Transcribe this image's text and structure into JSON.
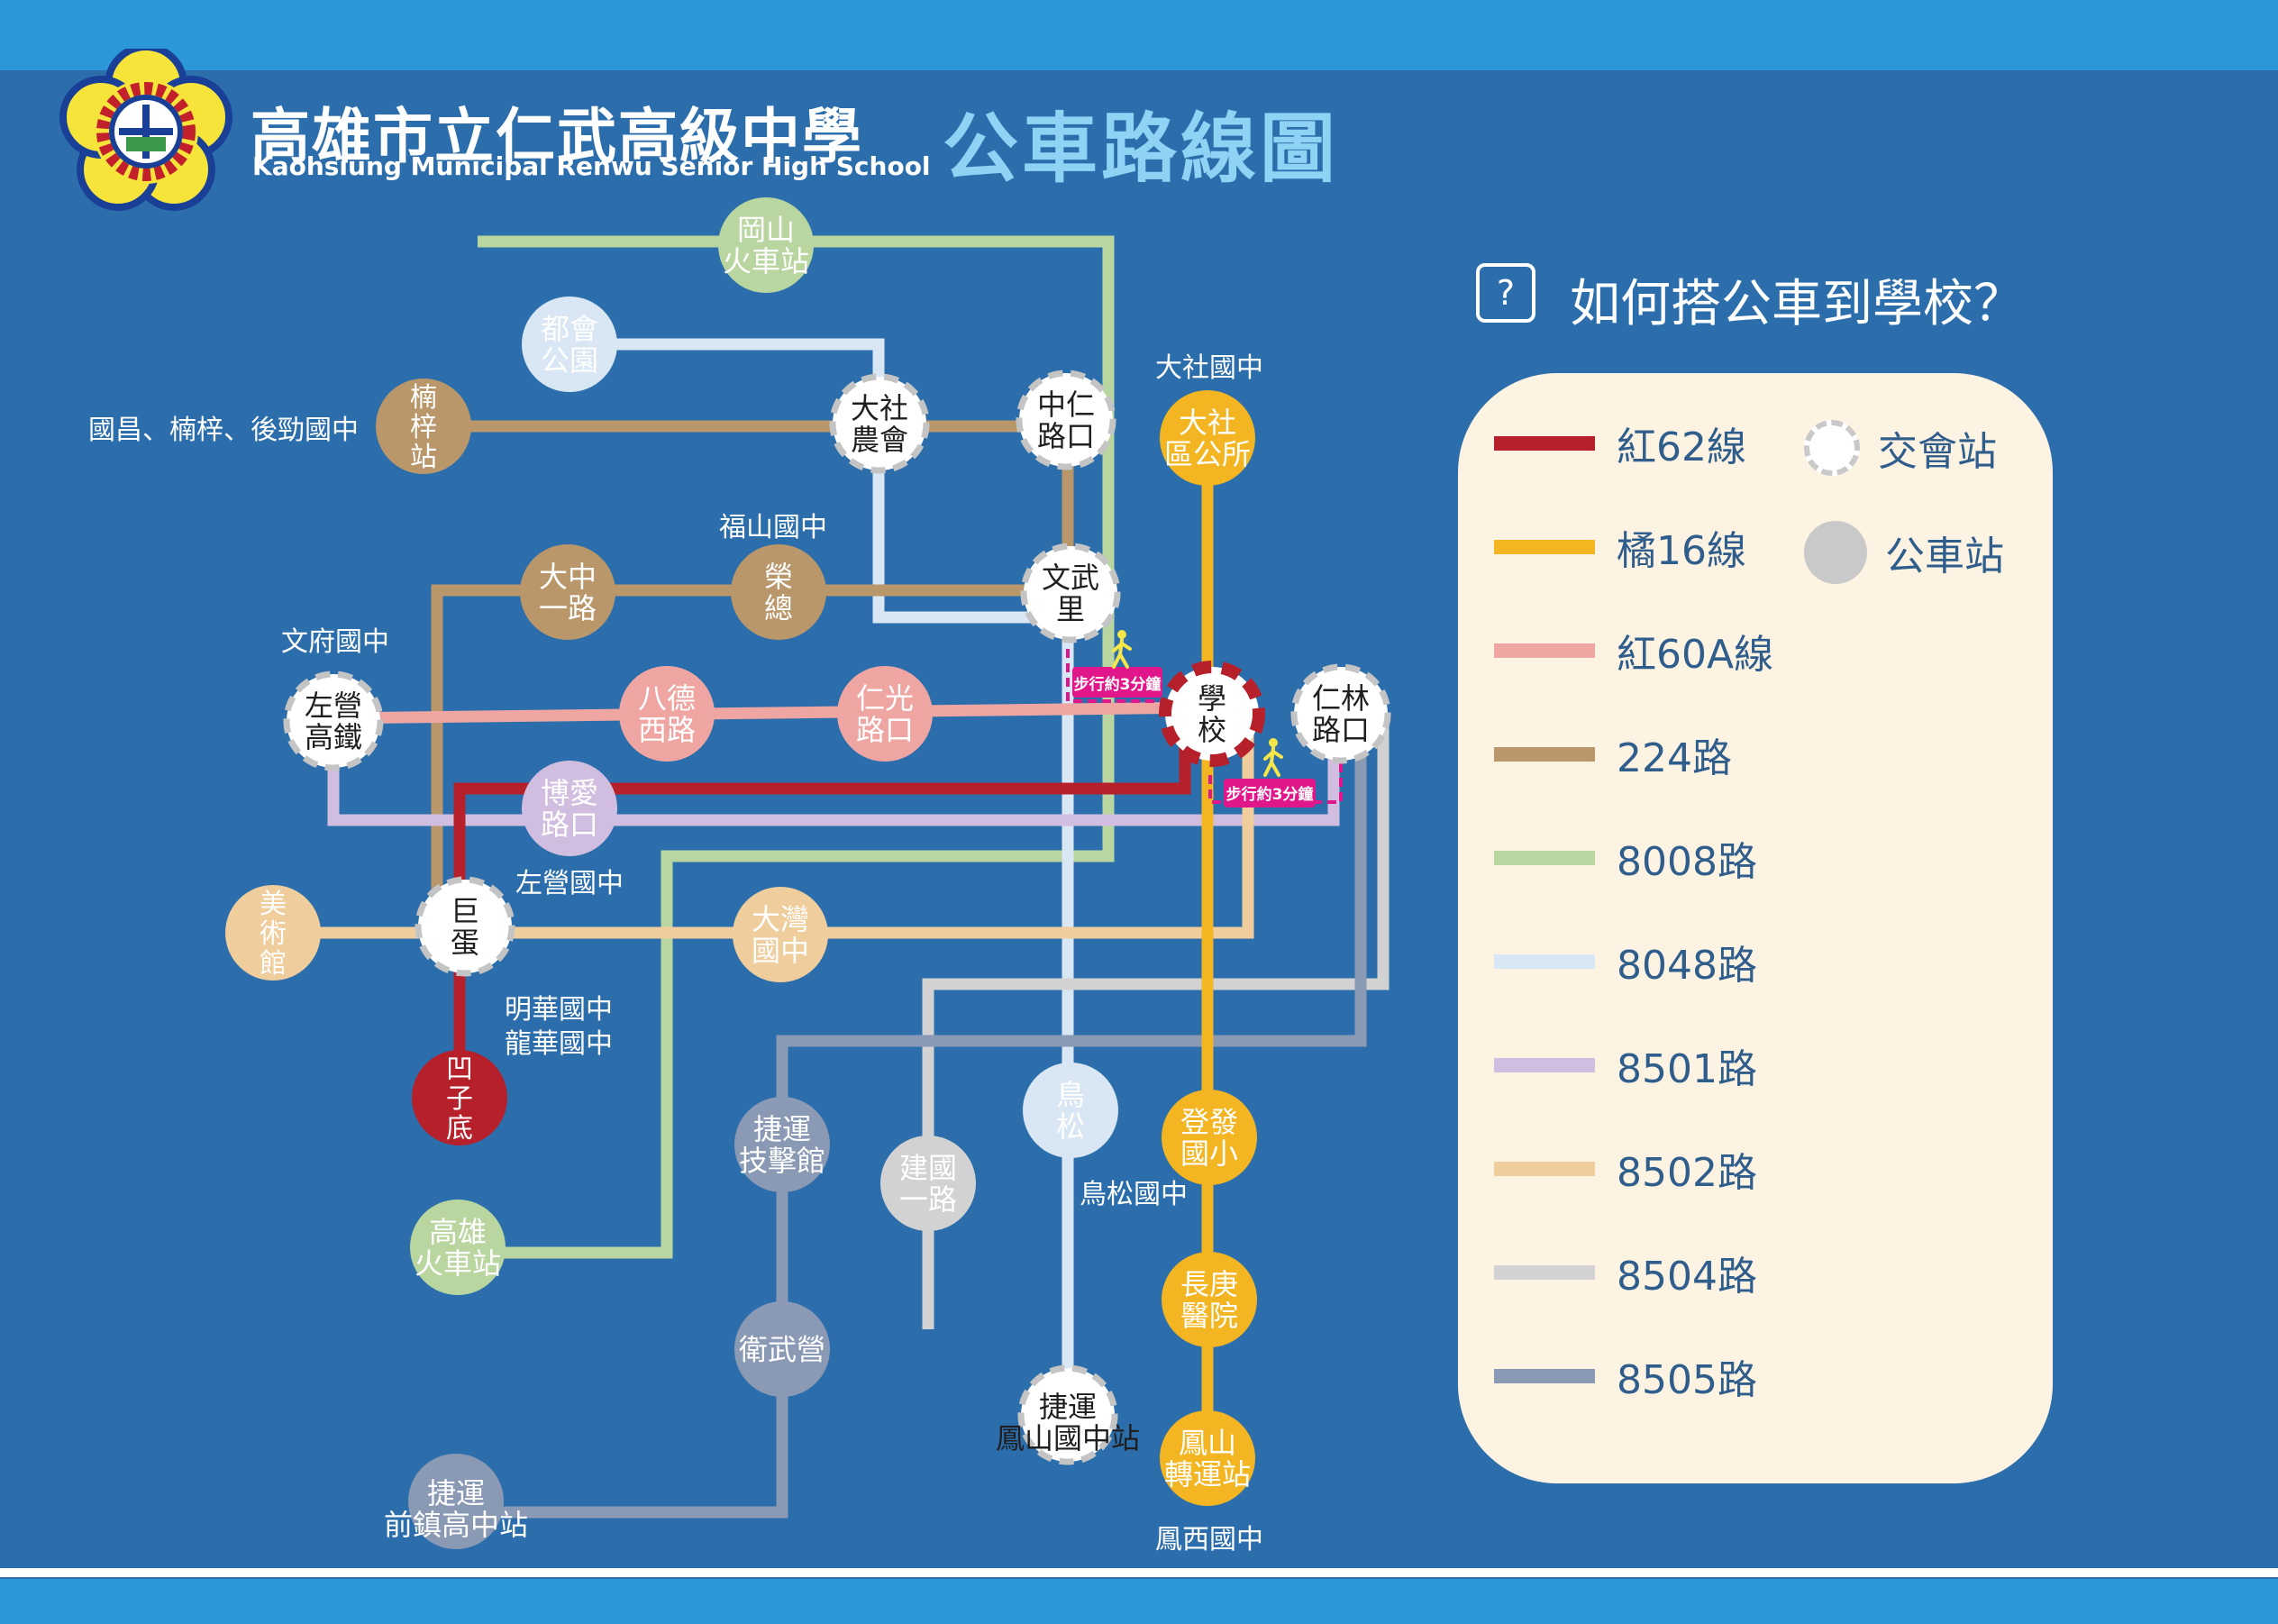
{
  "header": {
    "school_name_cn": "高雄市立仁武高級中學",
    "school_name_en": "Kaohsiung Municipal Renwu Senior High School",
    "map_title": "公車路線圖",
    "question": "如何搭公車到學校？",
    "question_icon": "?"
  },
  "routes": [
    {
      "id": "r62",
      "name": "紅62線",
      "color": "#b5202a"
    },
    {
      "id": "o16",
      "name": "橘16線",
      "color": "#f3b521"
    },
    {
      "id": "r60a",
      "name": "紅60A線",
      "color": "#efa6a2"
    },
    {
      "id": "b224",
      "name": "224路",
      "color": "#b9976a"
    },
    {
      "id": "b8008",
      "name": "8008路",
      "color": "#b9d6a0"
    },
    {
      "id": "b8048",
      "name": "8048路",
      "color": "#d9e6f3"
    },
    {
      "id": "b8501",
      "name": "8501路",
      "color": "#d1bde0"
    },
    {
      "id": "b8502",
      "name": "8502路",
      "color": "#efcd9d"
    },
    {
      "id": "b8504",
      "name": "8504路",
      "color": "#d2d2d2"
    },
    {
      "id": "b8505",
      "name": "8505路",
      "color": "#8a9ab5"
    }
  ],
  "legend_types": {
    "transfer": "交會站",
    "stop": "公車站"
  },
  "colors": {
    "background": "#2c6eac",
    "top_band": "#2b97d6",
    "legend_panel": "#fdf3e3",
    "walk_path": "#e0168a",
    "school_ring": "#b5202a"
  },
  "stations": [
    {
      "id": "gangshan",
      "lines": [
        "岡山",
        "火車站"
      ],
      "kind": "stop",
      "color": "#b9d6a0"
    },
    {
      "id": "duhui",
      "lines": [
        "都會",
        "公園"
      ],
      "kind": "stop",
      "color": "#d9e6f3"
    },
    {
      "id": "nanzi",
      "lines": [
        "楠",
        "梓",
        "站"
      ],
      "kind": "stop",
      "color": "#b9976a"
    },
    {
      "id": "dashe-farm",
      "lines": [
        "大社",
        "農會"
      ],
      "kind": "transfer"
    },
    {
      "id": "zhongren",
      "lines": [
        "中仁",
        "路口"
      ],
      "kind": "transfer"
    },
    {
      "id": "dashe-office",
      "lines": [
        "大社",
        "區公所"
      ],
      "kind": "stop",
      "color": "#f3b521"
    },
    {
      "id": "dazhong",
      "lines": [
        "大中",
        "一路"
      ],
      "kind": "stop",
      "color": "#b9976a"
    },
    {
      "id": "rongzong",
      "lines": [
        "榮",
        "總"
      ],
      "kind": "stop",
      "color": "#b9976a"
    },
    {
      "id": "wenwu",
      "lines": [
        "文武",
        "里"
      ],
      "kind": "transfer"
    },
    {
      "id": "zuoying-hsr",
      "lines": [
        "左營",
        "高鐵"
      ],
      "kind": "transfer"
    },
    {
      "id": "bade",
      "lines": [
        "八德",
        "西路"
      ],
      "kind": "stop",
      "color": "#efa6a2"
    },
    {
      "id": "renguang",
      "lines": [
        "仁光",
        "路口"
      ],
      "kind": "stop",
      "color": "#efa6a2"
    },
    {
      "id": "school",
      "lines": [
        "學",
        "校"
      ],
      "kind": "school"
    },
    {
      "id": "renlin",
      "lines": [
        "仁林",
        "路口"
      ],
      "kind": "transfer"
    },
    {
      "id": "boai",
      "lines": [
        "博愛",
        "路口"
      ],
      "kind": "stop",
      "color": "#d1bde0"
    },
    {
      "id": "museum",
      "lines": [
        "美",
        "術",
        "館"
      ],
      "kind": "stop",
      "color": "#efcd9d"
    },
    {
      "id": "judan",
      "lines": [
        "巨",
        "蛋"
      ],
      "kind": "transfer"
    },
    {
      "id": "dawan",
      "lines": [
        "大灣",
        "國中"
      ],
      "kind": "stop",
      "color": "#efcd9d"
    },
    {
      "id": "aozidi",
      "lines": [
        "凹",
        "子",
        "底"
      ],
      "kind": "stop",
      "color": "#b5202a"
    },
    {
      "id": "niaosong",
      "lines": [
        "鳥",
        "松"
      ],
      "kind": "stop",
      "color": "#d9e6f3"
    },
    {
      "id": "dengfa",
      "lines": [
        "登發",
        "國小"
      ],
      "kind": "stop",
      "color": "#f3b521"
    },
    {
      "id": "mrt-tech",
      "lines": [
        "捷運",
        "技擊館"
      ],
      "kind": "stop",
      "color": "#8a9ab5"
    },
    {
      "id": "jianguo",
      "lines": [
        "建國",
        "一路"
      ],
      "kind": "stop",
      "color": "#d2d2d2"
    },
    {
      "id": "ks-station",
      "lines": [
        "高雄",
        "火車站"
      ],
      "kind": "stop",
      "color": "#b9d6a0"
    },
    {
      "id": "changgung",
      "lines": [
        "長庚",
        "醫院"
      ],
      "kind": "stop",
      "color": "#f3b521"
    },
    {
      "id": "weiwuying",
      "lines": [
        "衛武營"
      ],
      "kind": "stop",
      "color": "#8a9ab5"
    },
    {
      "id": "mrt-fengshan",
      "lines": [
        "捷運",
        "鳳山國中站"
      ],
      "kind": "transfer"
    },
    {
      "id": "fengshan-transit",
      "lines": [
        "鳳山",
        "轉運站"
      ],
      "kind": "stop",
      "color": "#f3b521"
    },
    {
      "id": "mrt-qianzhen",
      "lines": [
        "捷運",
        "前鎮高中站"
      ],
      "kind": "stop",
      "color": "#8a9ab5"
    }
  ],
  "annotations": [
    {
      "id": "nanzi-schools",
      "text": "國昌、楠梓、後勁國中"
    },
    {
      "id": "dashe-jh",
      "text": "大社國中"
    },
    {
      "id": "fushan-jh",
      "text": "福山國中"
    },
    {
      "id": "wenfu-jh",
      "text": "文府國中"
    },
    {
      "id": "zuoying-jh",
      "text": "左營國中"
    },
    {
      "id": "minghua-jh",
      "text": "明華國中"
    },
    {
      "id": "longhua-jh",
      "text": "龍華國中"
    },
    {
      "id": "niaosong-jh",
      "text": "鳥松國中"
    },
    {
      "id": "fengxi-jh",
      "text": "鳳西國中"
    }
  ],
  "walk_labels": [
    "步行約3分鐘",
    "步行約3分鐘"
  ]
}
